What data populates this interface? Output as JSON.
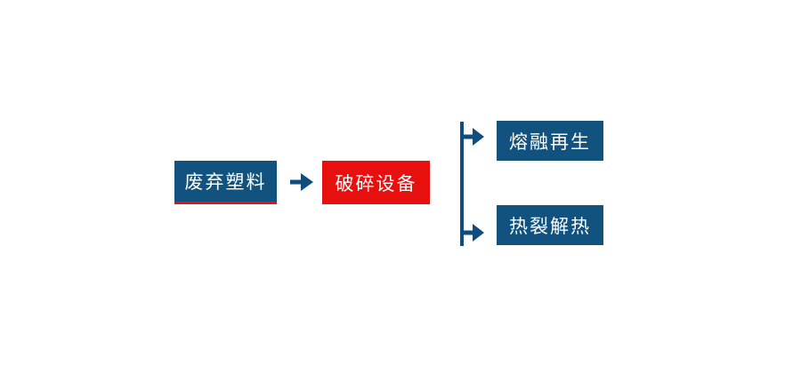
{
  "diagram": {
    "title": "waste-plastic-recycling-flow",
    "background_color": "#FFFFFF",
    "colors": {
      "box_blue": "#12527E",
      "box_red": "#E8100F",
      "arrow_blue": "#0E4D7E",
      "underline_red": "#E8100F",
      "text_white": "#FFFFFF"
    },
    "nodes": {
      "source": {
        "label": "废弃塑料",
        "style": "blue-with-red-underline"
      },
      "process": {
        "label": "破碎设备",
        "style": "red"
      },
      "branch_top": {
        "label": "熔融再生",
        "style": "blue"
      },
      "branch_bottom": {
        "label": "热裂解热",
        "style": "blue"
      }
    },
    "connectors": {
      "main_arrow": "right-arrow",
      "branch_line": "vertical-line",
      "branch_top_arrow": "right-arrow",
      "branch_bottom_arrow": "right-arrow"
    }
  }
}
